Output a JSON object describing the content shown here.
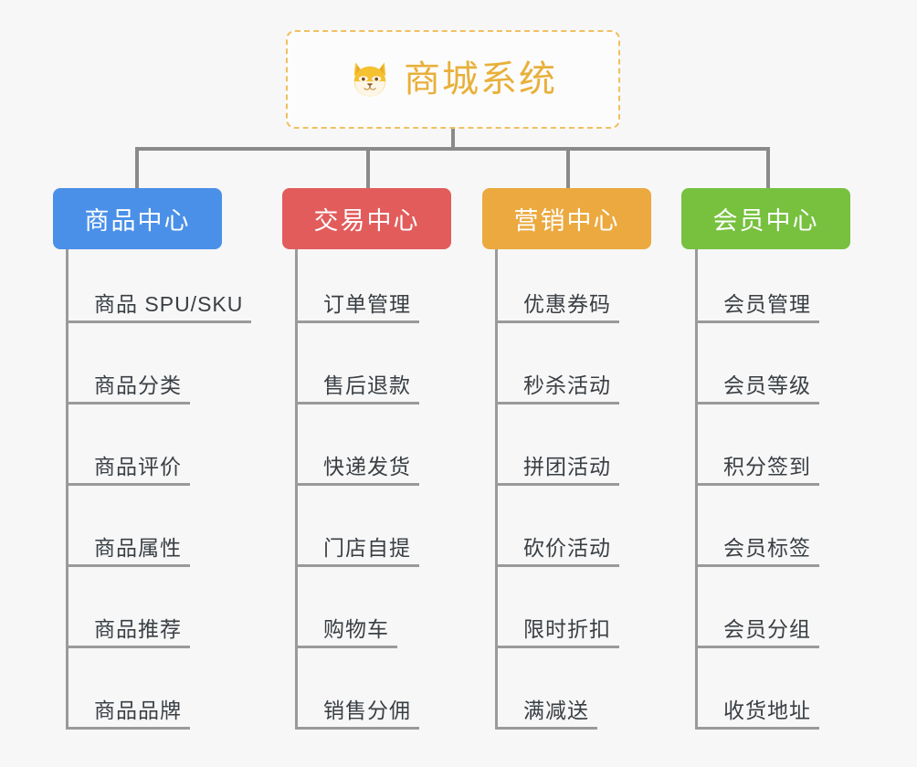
{
  "page": {
    "background_color": "#f7f7f7",
    "connector_color": "#8a8a8a",
    "rule_color": "#9a9a9a",
    "leaf_text_color": "#3a3f44"
  },
  "root": {
    "title": "商城系统",
    "icon": "shiba-dog-face-emoji",
    "text_color": "#e8b03a",
    "border_color": "#f0c060",
    "background_color": "#fcfcfc"
  },
  "columns": [
    {
      "title": "商品中心",
      "color": "#4a90e8",
      "items": [
        "商品 SPU/SKU",
        "商品分类",
        "商品评价",
        "商品属性",
        "商品推荐",
        "商品品牌"
      ]
    },
    {
      "title": "交易中心",
      "color": "#e25c5c",
      "items": [
        "订单管理",
        "售后退款",
        "快递发货",
        "门店自提",
        "购物车",
        "销售分佣"
      ]
    },
    {
      "title": "营销中心",
      "color": "#eba93f",
      "items": [
        "优惠券码",
        "秒杀活动",
        "拼团活动",
        "砍价活动",
        "限时折扣",
        "满减送"
      ]
    },
    {
      "title": "会员中心",
      "color": "#77c13f",
      "items": [
        "会员管理",
        "会员等级",
        "积分签到",
        "会员标签",
        "会员分组",
        "收货地址"
      ]
    }
  ]
}
